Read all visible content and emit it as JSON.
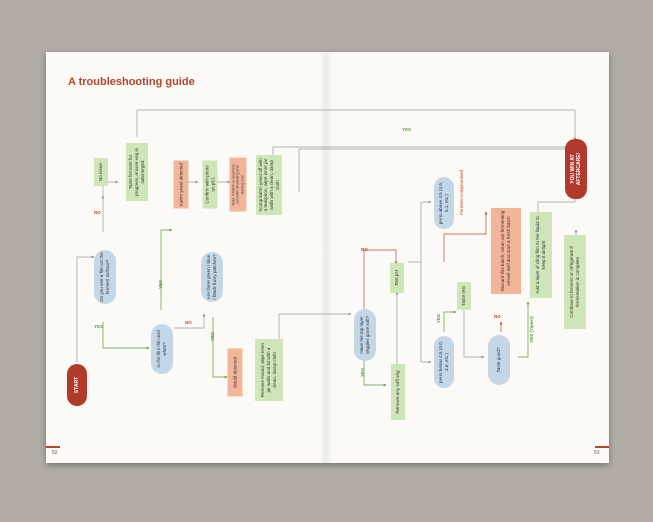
{
  "page": {
    "title": "A troubleshooting guide",
    "left_page_number": "52",
    "right_page_number": "53"
  },
  "colors": {
    "action": "#cfe6b9",
    "warning": "#f2b599",
    "question": "#c3d7e6",
    "terminal": "#b03b2c",
    "title": "#b3452b",
    "yes": "#5b9c3a",
    "no": "#c0492f"
  },
  "flow": {
    "start": "START",
    "film_question": "Do you see a film on the ferment surface?",
    "no_issue": "No issue",
    "taste_ferment": "Taste ferment for progress, ensure veg is submerged",
    "film_thin_white": "Is the film thin and white?",
    "kahm_detected": "Kahm yeast detected",
    "confirm_photo": "Confirm with photo on p51",
    "kahm_note": "Note: if Kahm is recurrent, consider discarding and starting over",
    "scoop_kahm": "Scoop kahm yeast off with a teaspoon, wipe inner jar walls with a clean, damp cloth",
    "fuzzy_question": "Are there green / blue / black fuzzy patches?",
    "mould_detected": "Mould detected",
    "remove_mould": "Remove mould, wipe inner jar walls and lid with a clean, damp cloth",
    "top_layer_question": "Have the top layer veggies gone soft?",
    "remove_soft": "Remove any soft veg",
    "test_ph": "Test pH",
    "ph_above": "pH is above 4.5 (4.6, 5.1, etc.)",
    "ph_below": "pH is below 4.5 (4.0, 3.6, etc.)",
    "taste_test": "Taste test",
    "taste_good": "Taste good?",
    "discard": "Discard this batch, clean out fermenting vessel well and start a fresh batch",
    "add_film": "Add a layer of cling film to the liquid to keep it airtight",
    "continue": "Continue to ferment or refrigerate if fermentation is complete",
    "win": "YOU WIN AT AFTERCARE!"
  },
  "edge_labels": {
    "no": "NO",
    "yes": "YES",
    "yes_yipee": "YES (Yipee!)",
    "ferment_compromised": "Ferment compromised"
  }
}
